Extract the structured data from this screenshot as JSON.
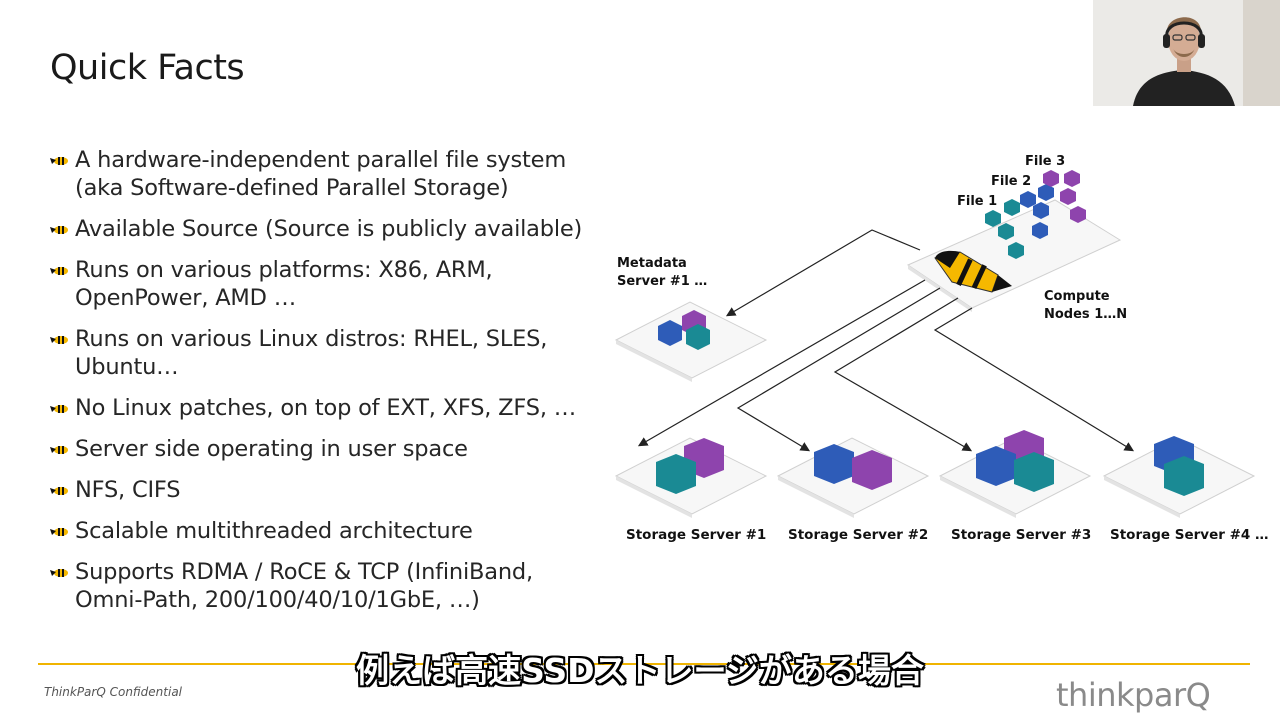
{
  "slide": {
    "title": "Quick Facts",
    "bullets": [
      {
        "line1": "A hardware-independent parallel file system",
        "line2": "(aka Software-defined Parallel Storage)"
      },
      {
        "line1": "Available Source (Source is publicly available)",
        "line2": ""
      },
      {
        "line1": "Runs on various platforms: X86, ARM,",
        "line2": "OpenPower, AMD …"
      },
      {
        "line1": "Runs on various Linux distros: RHEL, SLES,",
        "line2": "Ubuntu…"
      },
      {
        "line1": "No Linux patches, on top of EXT, XFS, ZFS, …",
        "line2": ""
      },
      {
        "line1": "Server side operating in user space",
        "line2": ""
      },
      {
        "line1": "NFS, CIFS",
        "line2": ""
      },
      {
        "line1": "Scalable multithreaded architecture",
        "line2": ""
      },
      {
        "line1": "Supports RDMA / RoCE & TCP (InfiniBand,",
        "line2": "Omni-Path, 200/100/40/10/1GbE, …)"
      }
    ],
    "bullet_icon": "bee-icon"
  },
  "diagram": {
    "file_labels": [
      "File 1",
      "File 2",
      "File 3"
    ],
    "metadata_label": [
      "Metadata",
      "Server #1 …"
    ],
    "compute_label": [
      "Compute",
      "Nodes 1…N"
    ],
    "storage_labels": [
      "Storage Server #1",
      "Storage Server #2",
      "Storage Server #3",
      "Storage Server #4 …"
    ],
    "colors": {
      "teal": "#1a8a94",
      "blue": "#2e5cb8",
      "purple": "#8e44ad",
      "bee_yellow": "#f5b800"
    }
  },
  "footer": {
    "confidential": "ThinkParQ Confidential",
    "logo": "thinkparQ",
    "subtitle": "例えば高速SSDストレージがある場合",
    "accent_color": "#f0b400"
  },
  "webcam": {
    "icon": "presenter-video"
  }
}
